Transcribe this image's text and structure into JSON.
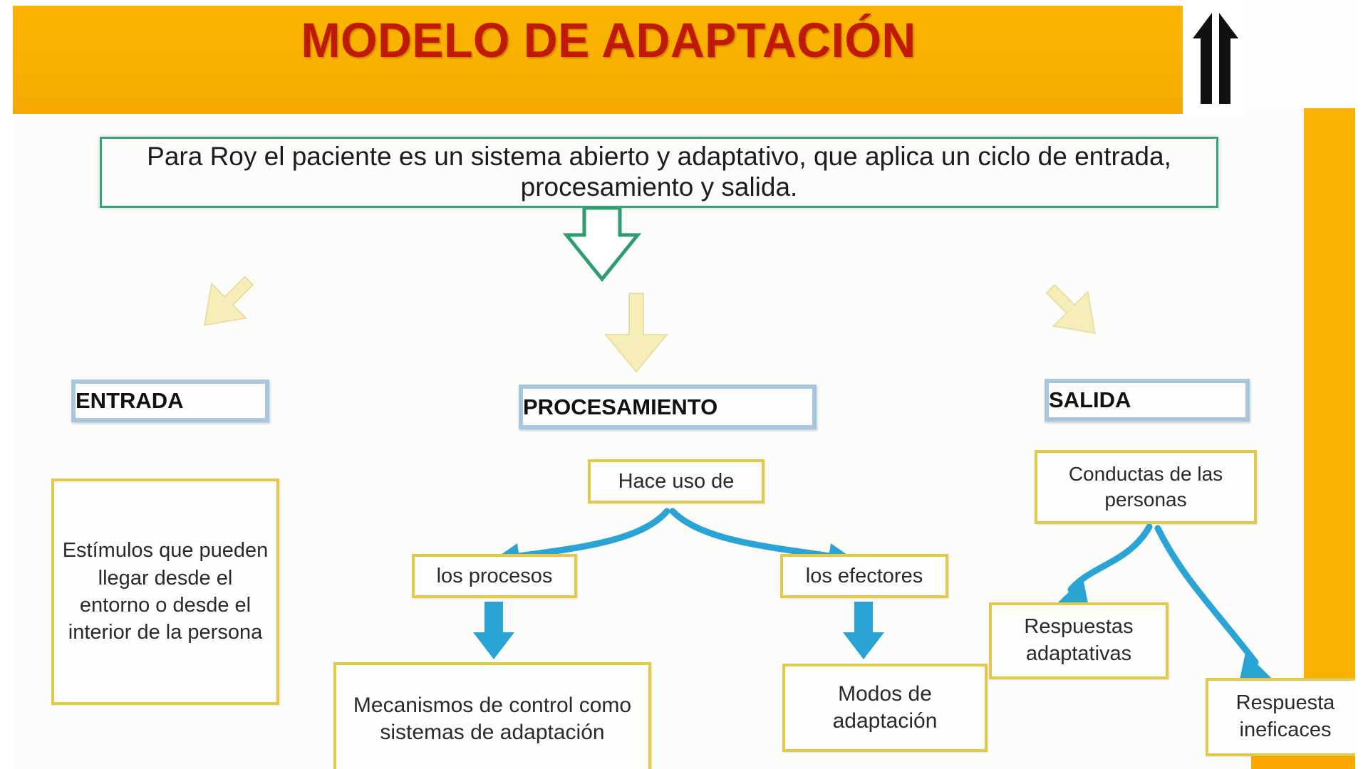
{
  "header": {
    "title": "MODELO DE ADAPTACIÓN",
    "background_color": "#f9b200",
    "title_color": "#c01a05",
    "icon": "double-up-arrow-icon"
  },
  "statement": {
    "text": "Para Roy el paciente es un sistema abierto y adaptativo, que aplica un ciclo de entrada, procesamiento y salida.",
    "border_color": "#35a376"
  },
  "columns": {
    "input": {
      "header": "ENTRADA",
      "detail": "Estímulos que pueden llegar desde el entorno o desde el interior de la persona"
    },
    "processing": {
      "header": "PROCESAMIENTO",
      "connector": "Hace uso de",
      "branch_left": "los procesos",
      "branch_right": "los efectores",
      "result_left": "Mecanismos de control como sistemas de adaptación",
      "result_right": "Modos de adaptación"
    },
    "output": {
      "header": "SALIDA",
      "detail": "Conductas de las personas",
      "result_left": "Respuestas adaptativas",
      "result_right": "Respuesta ineficaces"
    }
  },
  "colors": {
    "header_box_border": "#a9c6dd",
    "content_box_border": "#e3c84e",
    "arrow_blue": "#2aa4d5",
    "arrow_cream": "#f6edb9",
    "arrow_green": "#2f9d6e"
  }
}
